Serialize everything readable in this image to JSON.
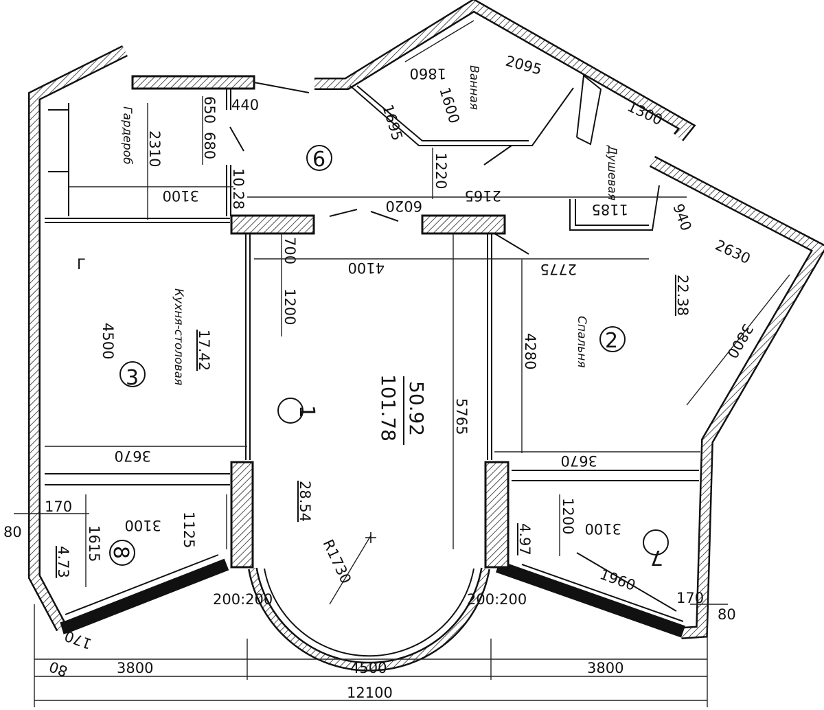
{
  "rooms": {
    "wardrobe": {
      "name": "Гардероб",
      "number": "6"
    },
    "bathroom": {
      "name": "Ванная"
    },
    "shower": {
      "name": "Душевая"
    },
    "kitchen": {
      "name": "Кухня-столовая",
      "number": "3",
      "area": "17.42"
    },
    "bedroom": {
      "name": "Спальня",
      "number": "2",
      "area": "22.38"
    },
    "living": {
      "number": "1",
      "area": "28.54",
      "total_living": "50.92",
      "total": "101.78"
    },
    "balcony_right": {
      "number": "7",
      "area": "4.97"
    },
    "balcony_left": {
      "number": "8",
      "area": "4.73"
    }
  },
  "dims": {
    "d440": "440",
    "d650": "650",
    "d680": "680",
    "d2310": "2310",
    "d3100_top": "3100",
    "d1028": "10.28",
    "d1860": "1860",
    "d2095": "2095",
    "d1600": "1600",
    "d1695": "1695",
    "d1300": "1300",
    "d1220": "1220",
    "d2165": "2165",
    "d6020": "6020",
    "d1185": "1185",
    "d940": "940",
    "d2630": "2630",
    "d700": "700",
    "d4100": "4100",
    "d2775": "2775",
    "d1200": "1200",
    "d4280": "4280",
    "d3800_right": "3800",
    "d4500_kitchen": "4500",
    "d5765": "5765",
    "d3670_left": "3670",
    "d3670_right": "3670",
    "d170_left": "170",
    "d80_left": "80",
    "d1615": "1615",
    "d3100_left": "3100",
    "d1125": "1125",
    "d1200_right": "1200",
    "d3100_right": "3100",
    "d1960": "1960",
    "d170_right": "170",
    "d80_right": "80",
    "radius": "R1730",
    "d200_left": "200:200",
    "d200_right": "200:200",
    "d170_bottom": "170",
    "d80_bottom": "80",
    "total_left": "3800",
    "total_mid": "4500",
    "total_right": "3800",
    "total": "12100",
    "corner_mark": "Г"
  }
}
